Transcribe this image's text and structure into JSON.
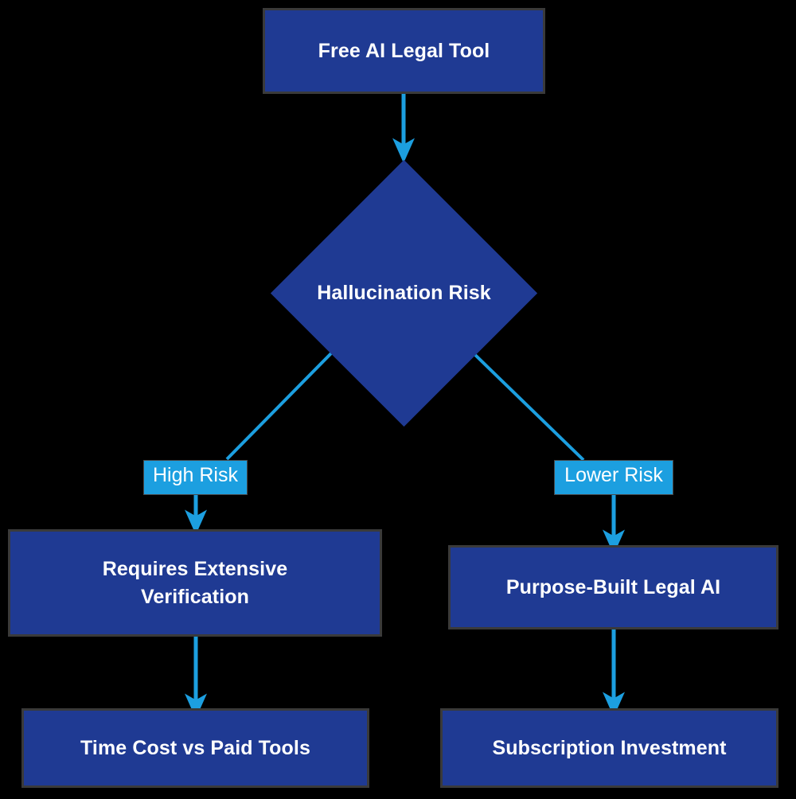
{
  "diagram": {
    "type": "flowchart",
    "title": "Free AI Legal Tool decision flow",
    "colors": {
      "background": "#000000",
      "node_fill": "#1F3A93",
      "node_border": "#3a3a3a",
      "node_text": "#ffffff",
      "edge_line": "#1C9FE0",
      "edge_label_fill": "#1C9FE0",
      "edge_label_text": "#ffffff"
    },
    "nodes": [
      {
        "id": "start",
        "shape": "rect",
        "label": "Free AI Legal Tool"
      },
      {
        "id": "decision",
        "shape": "diamond",
        "label": "Hallucination Risk"
      },
      {
        "id": "verification",
        "shape": "rect",
        "label": "Requires Extensive Verification"
      },
      {
        "id": "purposebuilt",
        "shape": "rect",
        "label": "Purpose-Built Legal AI"
      },
      {
        "id": "timecost",
        "shape": "rect",
        "label": "Time Cost vs Paid Tools"
      },
      {
        "id": "subscription",
        "shape": "rect",
        "label": "Subscription Investment"
      }
    ],
    "edges": [
      {
        "from": "start",
        "to": "decision",
        "label": ""
      },
      {
        "from": "decision",
        "to": "verification",
        "label": "High Risk"
      },
      {
        "from": "decision",
        "to": "purposebuilt",
        "label": "Lower Risk"
      },
      {
        "from": "verification",
        "to": "timecost",
        "label": ""
      },
      {
        "from": "purposebuilt",
        "to": "subscription",
        "label": ""
      }
    ],
    "node_labels": {
      "start": "Free AI Legal Tool",
      "decision": "Hallucination Risk",
      "verification_line1": "Requires Extensive",
      "verification_line2": "Verification",
      "purposebuilt": "Purpose-Built Legal AI",
      "timecost": "Time Cost vs Paid Tools",
      "subscription": "Subscription Investment"
    },
    "edge_labels": {
      "high_risk": "High Risk",
      "lower_risk": "Lower Risk"
    }
  }
}
